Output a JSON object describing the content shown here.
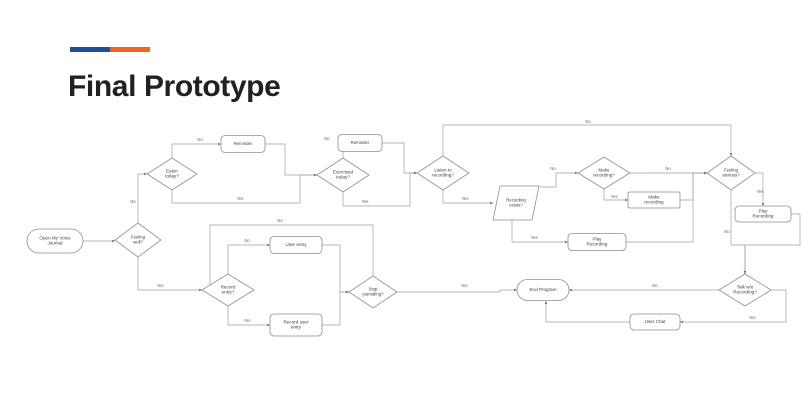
{
  "header": {
    "title": "Final Prototype",
    "accent_colors": [
      "#1f4e9c",
      "#f4641e"
    ]
  },
  "diagram": {
    "name": "voice-journal-flowchart",
    "type": "flowchart",
    "nodes": [
      {
        "id": "start",
        "label": "Open My Voice Journal",
        "shape": "terminator"
      },
      {
        "id": "feeling_well",
        "label": "Feeling well?",
        "shape": "decision"
      },
      {
        "id": "eaten_today",
        "label": "Eaten today?",
        "shape": "decision"
      },
      {
        "id": "reminder_eat",
        "label": "Reminder",
        "shape": "process-round"
      },
      {
        "id": "exercised_today",
        "label": "Exercised today?",
        "shape": "decision"
      },
      {
        "id": "reminder_ex",
        "label": "Reminder",
        "shape": "process-round"
      },
      {
        "id": "listen_recording",
        "label": "Listen to recording?",
        "shape": "decision"
      },
      {
        "id": "recording_exists",
        "label": "Recording exists?",
        "shape": "parallelogram"
      },
      {
        "id": "play_recording_1",
        "label": "Play Recording",
        "shape": "process-round"
      },
      {
        "id": "make_recording_q",
        "label": "Make recording?",
        "shape": "decision"
      },
      {
        "id": "make_recording",
        "label": "Make recording",
        "shape": "process"
      },
      {
        "id": "feeling_anxious",
        "label": "Feeling anxious?",
        "shape": "decision"
      },
      {
        "id": "play_recording_2",
        "label": "Play Recording",
        "shape": "process-round"
      },
      {
        "id": "talk_wo_rec",
        "label": "Talk w/o Recording?",
        "shape": "decision"
      },
      {
        "id": "user_chat",
        "label": "User Chat",
        "shape": "process-round"
      },
      {
        "id": "end_program",
        "label": "End Program",
        "shape": "terminator"
      },
      {
        "id": "record_entry",
        "label": "Record entry?",
        "shape": "decision"
      },
      {
        "id": "user_entry",
        "label": "User entry",
        "shape": "process-round"
      },
      {
        "id": "record_user_entry",
        "label": "Record user entry",
        "shape": "process-round"
      },
      {
        "id": "stop_journaling",
        "label": "Stop journaling?",
        "shape": "decision"
      }
    ],
    "edges": [
      {
        "from": "start",
        "to": "feeling_well",
        "label": ""
      },
      {
        "from": "feeling_well",
        "to": "eaten_today",
        "label": "No"
      },
      {
        "from": "feeling_well",
        "to": "record_entry",
        "label": "Yes"
      },
      {
        "from": "eaten_today",
        "to": "reminder_eat",
        "label": "No"
      },
      {
        "from": "eaten_today",
        "to": "exercised_today",
        "label": "Yes"
      },
      {
        "from": "reminder_eat",
        "to": "exercised_today",
        "label": ""
      },
      {
        "from": "exercised_today",
        "to": "reminder_ex",
        "label": "No"
      },
      {
        "from": "exercised_today",
        "to": "listen_recording",
        "label": "Yes"
      },
      {
        "from": "reminder_ex",
        "to": "listen_recording",
        "label": ""
      },
      {
        "from": "listen_recording",
        "to": "feeling_anxious",
        "label": "No"
      },
      {
        "from": "listen_recording",
        "to": "recording_exists",
        "label": "Yes"
      },
      {
        "from": "recording_exists",
        "to": "play_recording_1",
        "label": "Yes"
      },
      {
        "from": "recording_exists",
        "to": "make_recording_q",
        "label": "No"
      },
      {
        "from": "make_recording_q",
        "to": "make_recording",
        "label": "Yes"
      },
      {
        "from": "make_recording_q",
        "to": "feeling_anxious",
        "label": "No"
      },
      {
        "from": "make_recording",
        "to": "feeling_anxious",
        "label": ""
      },
      {
        "from": "play_recording_1",
        "to": "feeling_anxious",
        "label": ""
      },
      {
        "from": "feeling_anxious",
        "to": "play_recording_2",
        "label": "Yes"
      },
      {
        "from": "feeling_anxious",
        "to": "talk_wo_rec",
        "label": "No"
      },
      {
        "from": "play_recording_2",
        "to": "talk_wo_rec",
        "label": ""
      },
      {
        "from": "talk_wo_rec",
        "to": "end_program",
        "label": "No"
      },
      {
        "from": "talk_wo_rec",
        "to": "user_chat",
        "label": "Yes"
      },
      {
        "from": "user_chat",
        "to": "end_program",
        "label": ""
      },
      {
        "from": "record_entry",
        "to": "user_entry",
        "label": "No"
      },
      {
        "from": "record_entry",
        "to": "record_user_entry",
        "label": "Yes"
      },
      {
        "from": "user_entry",
        "to": "stop_journaling",
        "label": ""
      },
      {
        "from": "record_user_entry",
        "to": "stop_journaling",
        "label": ""
      },
      {
        "from": "stop_journaling",
        "to": "record_entry",
        "label": "No"
      },
      {
        "from": "stop_journaling",
        "to": "end_program",
        "label": "Yes"
      }
    ],
    "edge_labels": {
      "yes": "Yes",
      "no": "No"
    }
  }
}
